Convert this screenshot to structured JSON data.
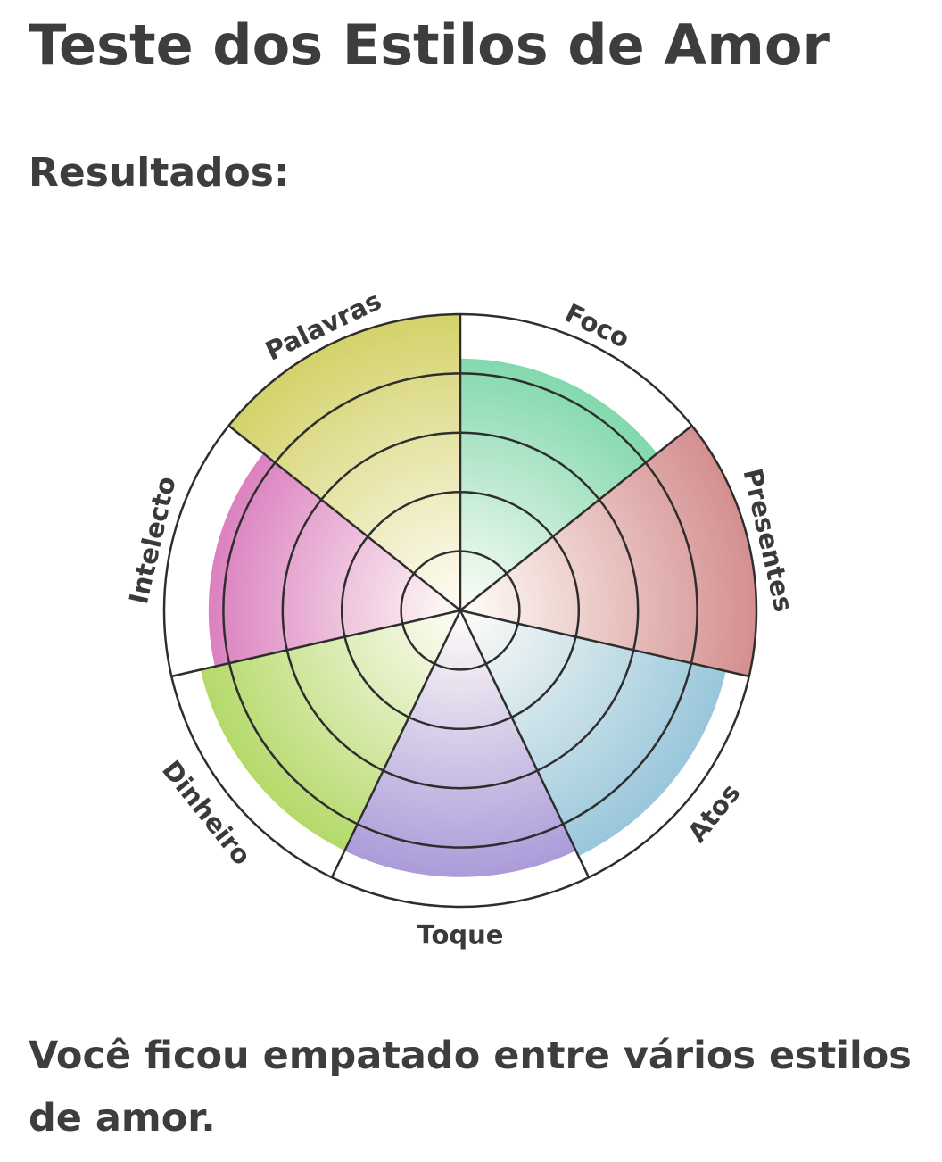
{
  "title": "Teste dos Estilos de Amor",
  "subtitle": "Resultados:",
  "result_text": "Você ficou empatado entre vários estilos de amor.",
  "chart_data": {
    "type": "polar-area",
    "rmax": 5,
    "rings": [
      1,
      2,
      3,
      4,
      5
    ],
    "categories": [
      "Palavras",
      "Foco",
      "Presentes",
      "Atos",
      "Toque",
      "Dinheiro",
      "Intelecto"
    ],
    "values": [
      5,
      4.25,
      5,
      4.6,
      4.5,
      4.5,
      4.25
    ],
    "colors": [
      "#d4d26a",
      "#6cd2a0",
      "#d48f8f",
      "#90c2d8",
      "#a290d6",
      "#acd65a",
      "#d56bb6"
    ]
  }
}
